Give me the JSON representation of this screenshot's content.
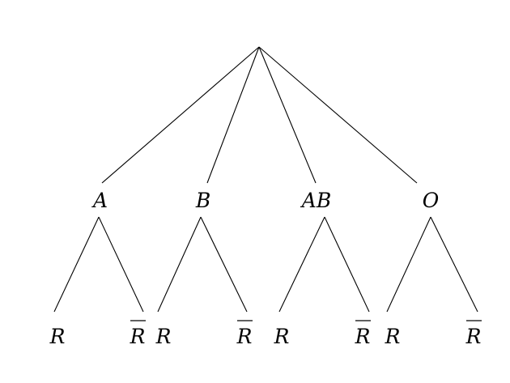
{
  "diagram": {
    "level1": [
      {
        "id": "a",
        "label": "A"
      },
      {
        "id": "b",
        "label": "B"
      },
      {
        "id": "ab",
        "label": "AB"
      },
      {
        "id": "o",
        "label": "O"
      }
    ],
    "leaves": {
      "positive": "R",
      "negative": "R"
    }
  }
}
